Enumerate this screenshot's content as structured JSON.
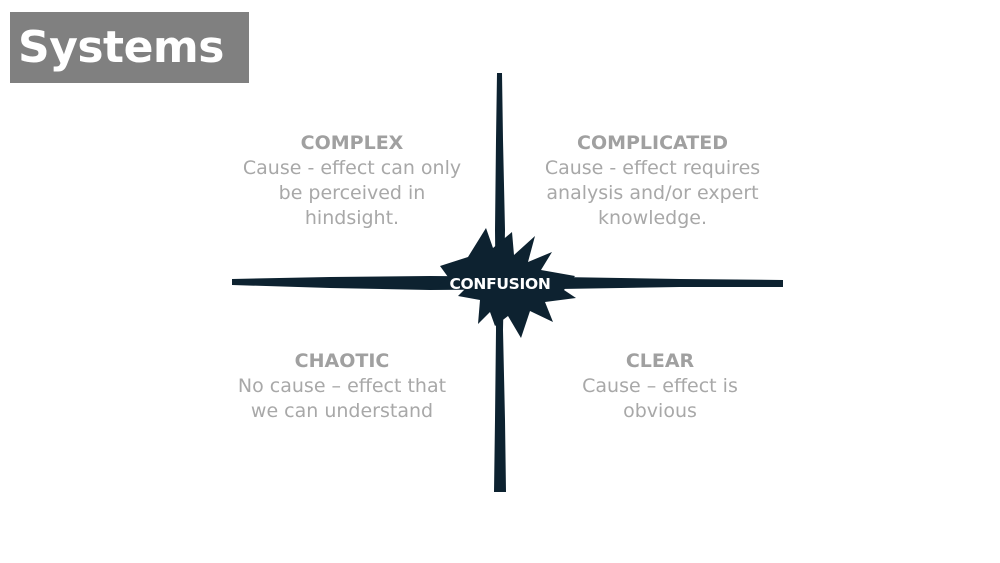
{
  "title": "Systems",
  "colors": {
    "title_bg": "#808080",
    "title_text": "#ffffff",
    "axis": "#0d2230",
    "quadrant_text": "#a8a8a8"
  },
  "center": {
    "label": "CONFUSION",
    "icon": "burst-icon"
  },
  "quadrants": {
    "complex": {
      "title": "COMPLEX",
      "description": "Cause - effect can only\nbe perceived in\nhindsight."
    },
    "complicated": {
      "title": "COMPLICATED",
      "description": "Cause - effect requires\nanalysis and/or expert\nknowledge."
    },
    "chaotic": {
      "title": "CHAOTIC",
      "description": "No cause – effect that\nwe can understand"
    },
    "clear": {
      "title": "CLEAR",
      "description": "Cause – effect is\nobvious"
    }
  }
}
